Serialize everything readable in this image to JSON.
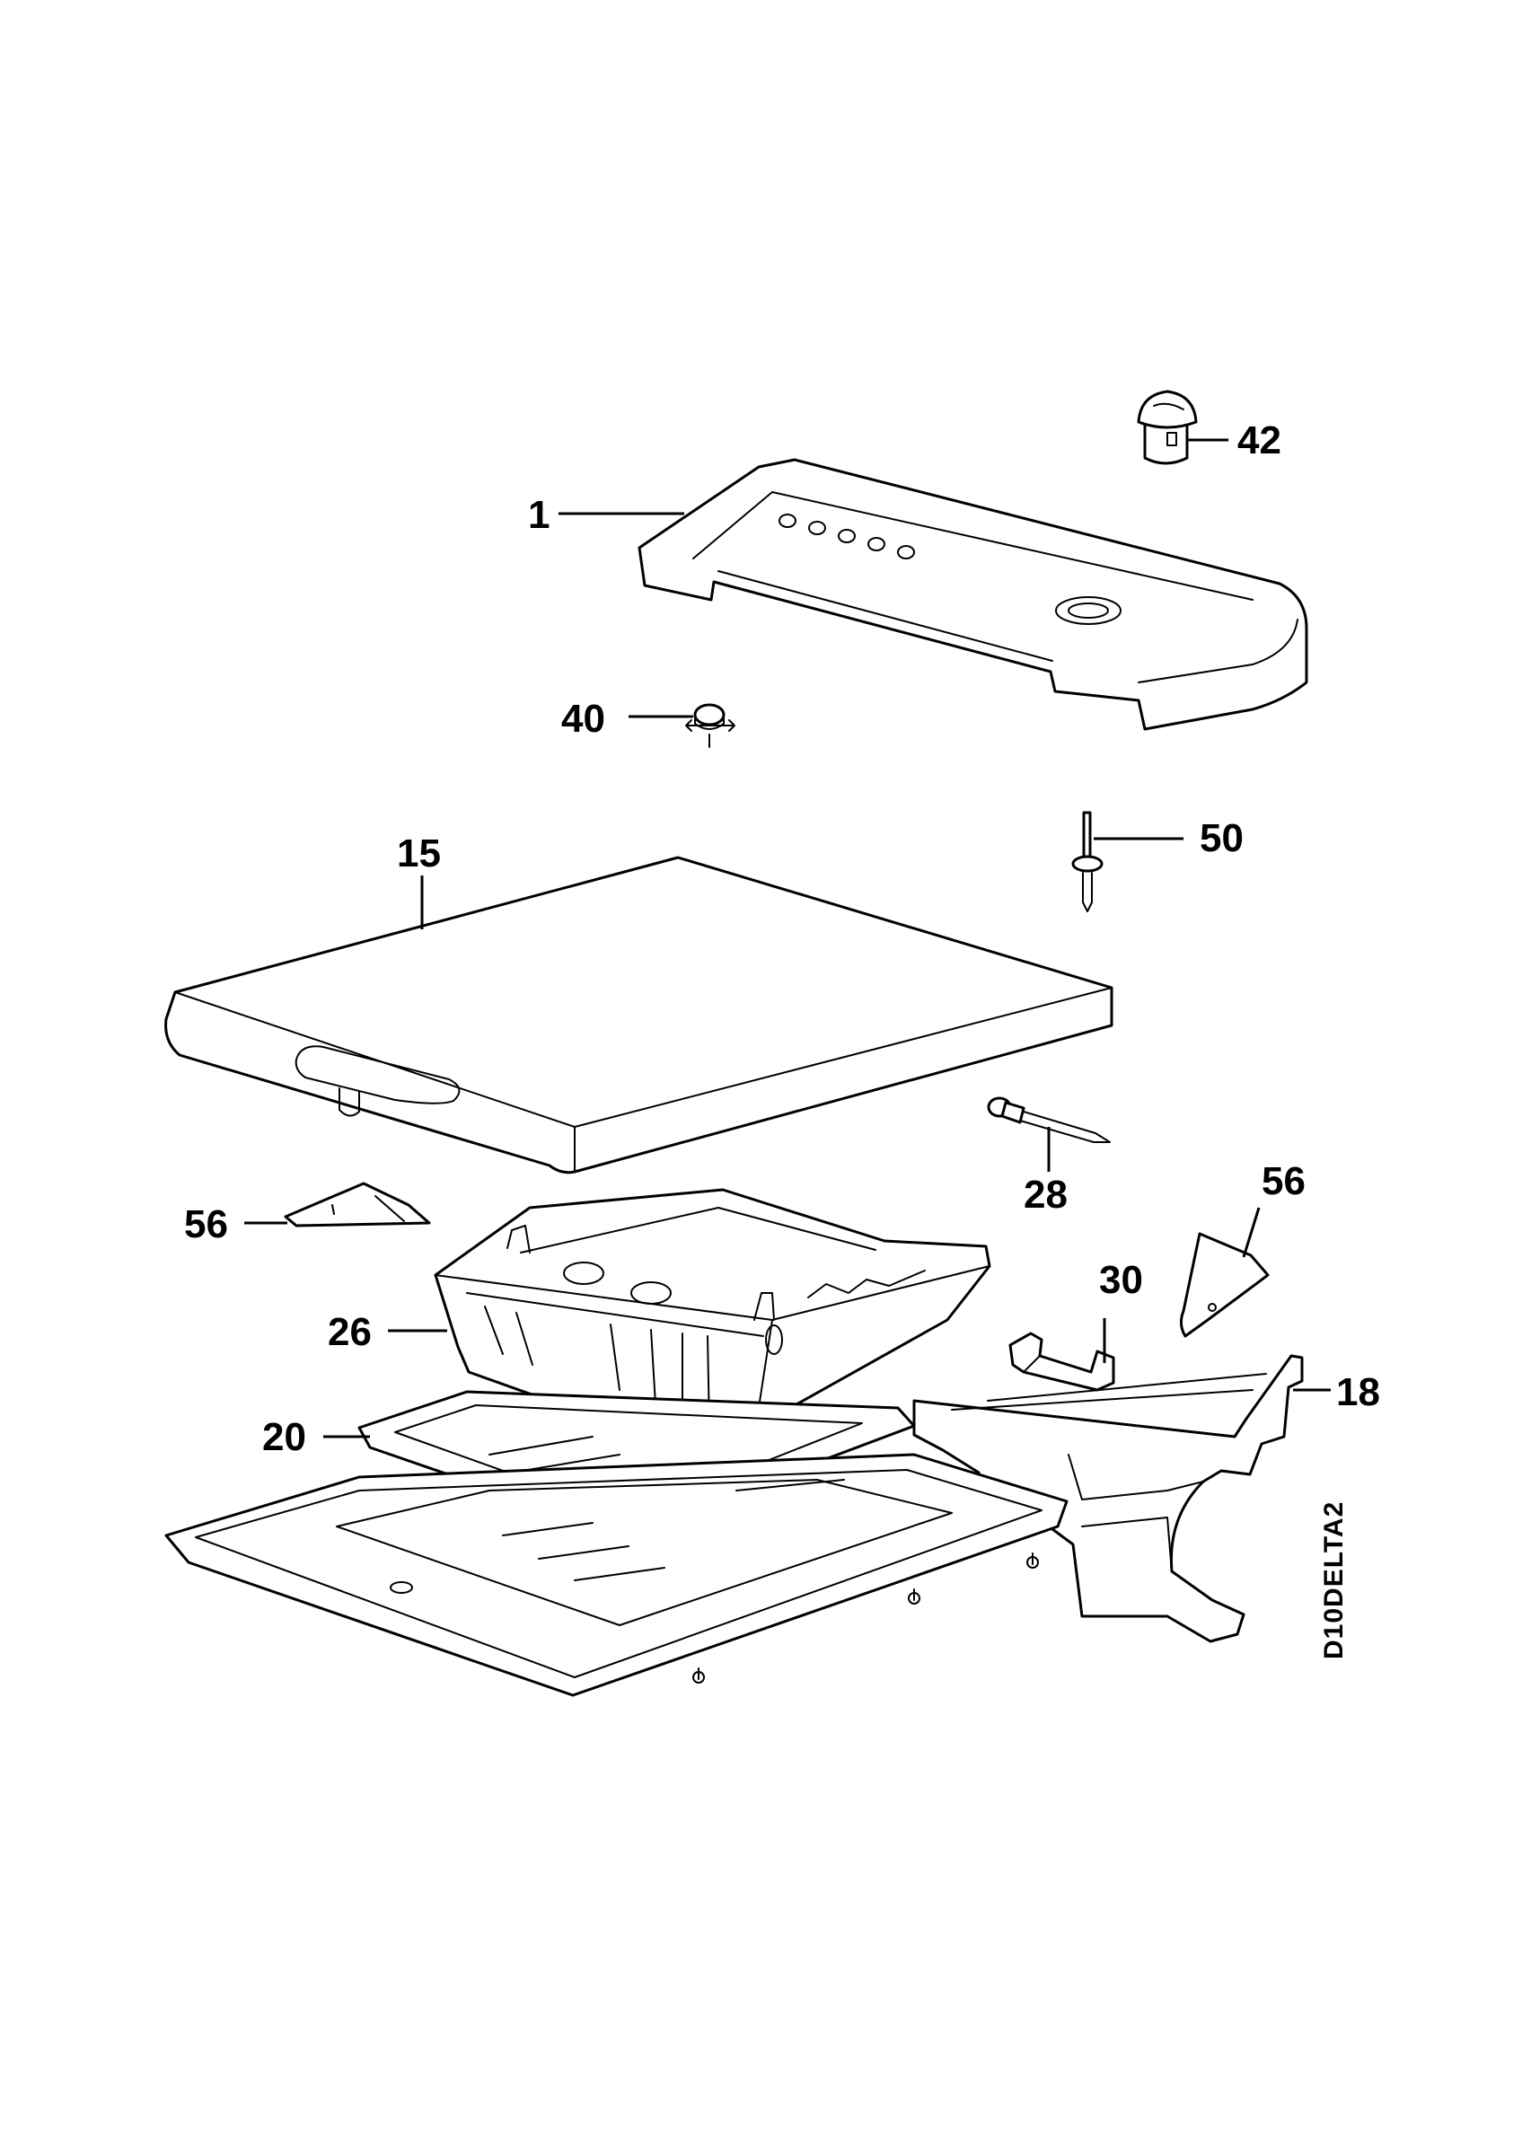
{
  "diagram": {
    "drawing_code": "D10DELTA2",
    "callouts": {
      "c1": "1",
      "c15": "15",
      "c18": "18",
      "c20": "20",
      "c26": "26",
      "c28": "28",
      "c30": "30",
      "c40": "40",
      "c42": "42",
      "c50": "50",
      "c56a": "56",
      "c56b": "56"
    }
  }
}
